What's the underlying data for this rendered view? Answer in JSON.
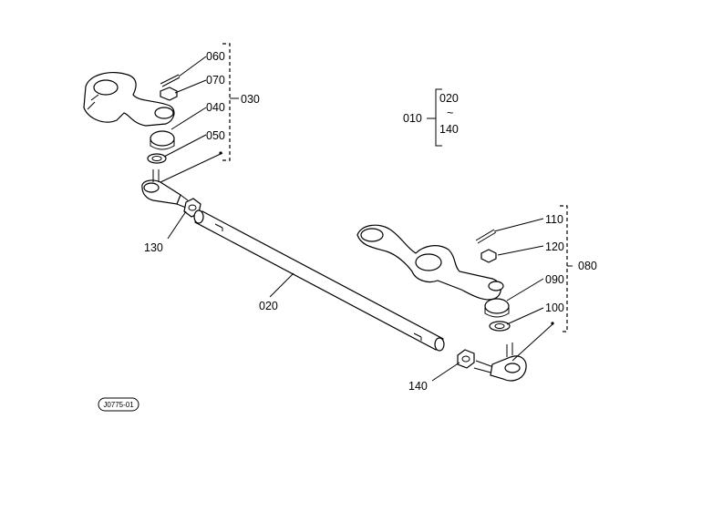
{
  "diagram": {
    "reference_code": "J0775-01",
    "callouts": {
      "p010": "010",
      "p020_bracket": "020",
      "p140_bracket": "140",
      "p030": "030",
      "p040": "040",
      "p050": "050",
      "p060": "060",
      "p070": "070",
      "p080": "080",
      "p090": "090",
      "p100": "100",
      "p110": "110",
      "p120": "120",
      "p130": "130",
      "p020": "020",
      "p140": "140"
    },
    "range_symbol": "~"
  }
}
